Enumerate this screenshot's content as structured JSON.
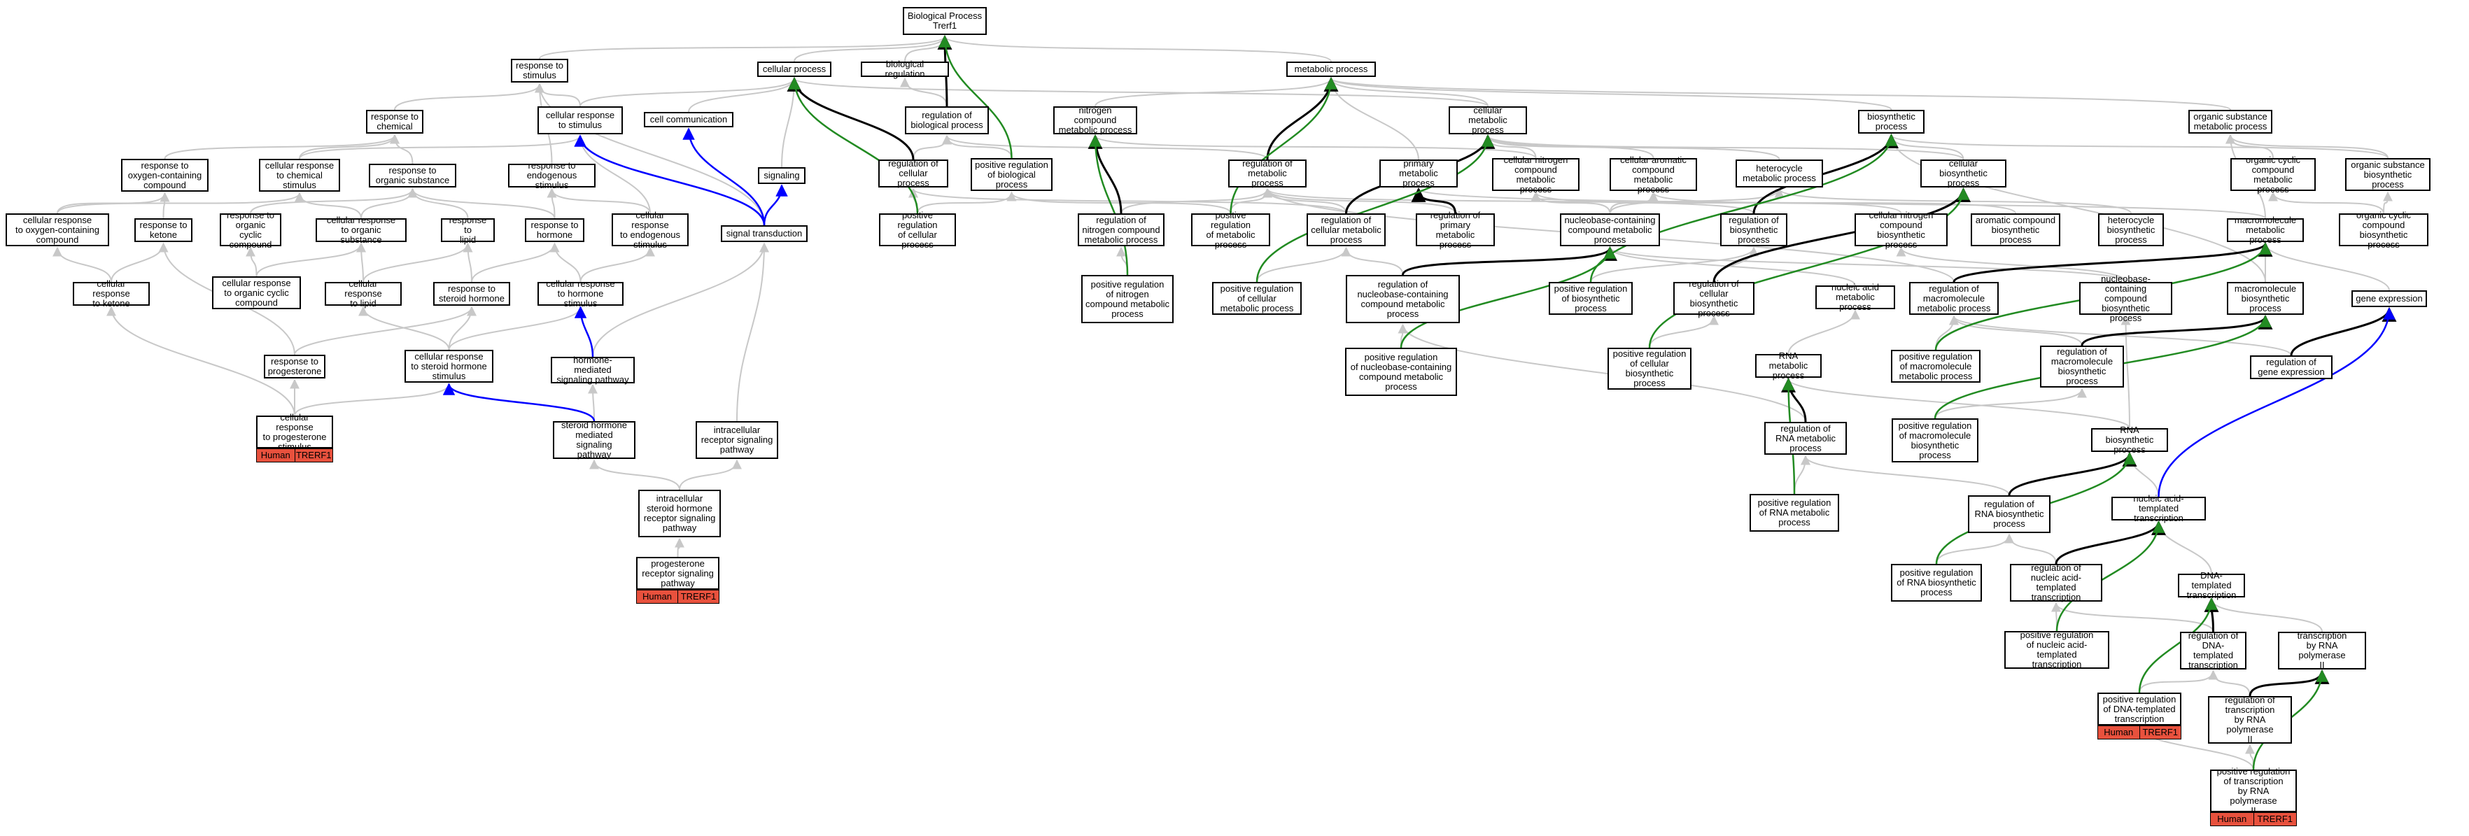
{
  "colors": {
    "gray_edge": "#c8c8c8",
    "black_edge": "#000000",
    "blue_edge": "#0000ff",
    "green_edge": "#228b22",
    "annotation_fill": "#e8513d"
  },
  "annotation": {
    "species": "Human",
    "gene": "TRERF1"
  },
  "nodes": [
    {
      "id": "root",
      "label": "Biological Process\nTrerf1"
    },
    {
      "id": "rts",
      "label": "response to\nstimulus"
    },
    {
      "id": "cp",
      "label": "cellular process"
    },
    {
      "id": "br",
      "label": "biological regulation"
    },
    {
      "id": "mp",
      "label": "metabolic process"
    },
    {
      "id": "bsp",
      "label": "biosynthetic\nprocess"
    },
    {
      "id": "osmp",
      "label": "organic substance\nmetabolic process"
    },
    {
      "id": "rtc",
      "label": "response to\nchemical"
    },
    {
      "id": "crts",
      "label": "cellular response\nto stimulus"
    },
    {
      "id": "cc",
      "label": "cell communication"
    },
    {
      "id": "rbp",
      "label": "regulation of\nbiological process"
    },
    {
      "id": "ncmp",
      "label": "nitrogen compound\nmetabolic process"
    },
    {
      "id": "cmp",
      "label": "cellular metabolic\nprocess"
    },
    {
      "id": "rtocc",
      "label": "response to\noxygen-containing\ncompound"
    },
    {
      "id": "crtcs",
      "label": "cellular response\nto chemical\nstimulus"
    },
    {
      "id": "rtos",
      "label": "response to\norganic substance"
    },
    {
      "id": "rtes",
      "label": "response to\nendogenous stimulus"
    },
    {
      "id": "sig",
      "label": "signaling"
    },
    {
      "id": "rcp",
      "label": "regulation of\ncellular process"
    },
    {
      "id": "prbp",
      "label": "positive regulation\nof biological\nprocess"
    },
    {
      "id": "rmp",
      "label": "regulation of\nmetabolic process"
    },
    {
      "id": "pmp",
      "label": "primary metabolic\nprocess"
    },
    {
      "id": "cncmp",
      "label": "cellular nitrogen\ncompound metabolic\nprocess"
    },
    {
      "id": "cacmp",
      "label": "cellular aromatic\ncompound metabolic\nprocess"
    },
    {
      "id": "hmp",
      "label": "heterocycle\nmetabolic process"
    },
    {
      "id": "cbsp",
      "label": "cellular biosynthetic\nprocess"
    },
    {
      "id": "occmp",
      "label": "organic cyclic\ncompound metabolic\nprocess"
    },
    {
      "id": "osbsp",
      "label": "organic substance\nbiosynthetic\nprocess"
    },
    {
      "id": "crtocc",
      "label": "cellular response\nto oxygen-containing\ncompound"
    },
    {
      "id": "rtk",
      "label": "response to\nketone"
    },
    {
      "id": "rtocc2",
      "label": "response to\norganic cyclic\ncompound"
    },
    {
      "id": "crtos",
      "label": "cellular response\nto organic substance"
    },
    {
      "id": "rtl",
      "label": "response to\nlipid"
    },
    {
      "id": "rth",
      "label": "response to\nhormone"
    },
    {
      "id": "crtes",
      "label": "cellular response\nto endogenous\nstimulus"
    },
    {
      "id": "st",
      "label": "signal transduction"
    },
    {
      "id": "prcp",
      "label": "positive regulation\nof cellular\nprocess"
    },
    {
      "id": "rncmp",
      "label": "regulation of\nnitrogen compound\nmetabolic process"
    },
    {
      "id": "prmp",
      "label": "positive regulation\nof metabolic\nprocess"
    },
    {
      "id": "rcmp",
      "label": "regulation of\ncellular metabolic\nprocess"
    },
    {
      "id": "rpmp",
      "label": "regulation of\nprimary metabolic\nprocess"
    },
    {
      "id": "nbcmp",
      "label": "nucleobase-containing\ncompound metabolic\nprocess"
    },
    {
      "id": "rbsp",
      "label": "regulation of\nbiosynthetic\nprocess"
    },
    {
      "id": "cncbsp",
      "label": "cellular nitrogen\ncompound biosynthetic\nprocess"
    },
    {
      "id": "acbsp",
      "label": "aromatic compound\nbiosynthetic\nprocess"
    },
    {
      "id": "hbsp",
      "label": "heterocycle\nbiosynthetic\nprocess"
    },
    {
      "id": "mmp",
      "label": "macromolecule\nmetabolic process"
    },
    {
      "id": "occbsp",
      "label": "organic cyclic\ncompound biosynthetic\nprocess"
    },
    {
      "id": "crtk",
      "label": "cellular response\nto ketone"
    },
    {
      "id": "crtocc2",
      "label": "cellular response\nto organic cyclic\ncompound"
    },
    {
      "id": "crtl",
      "label": "cellular response\nto lipid"
    },
    {
      "id": "rtsh",
      "label": "response to\nsteroid hormone"
    },
    {
      "id": "crths",
      "label": "cellular response\nto hormone stimulus"
    },
    {
      "id": "prncmp",
      "label": "positive regulation\nof nitrogen\ncompound metabolic\nprocess"
    },
    {
      "id": "prcmp",
      "label": "positive regulation\nof cellular\nmetabolic process"
    },
    {
      "id": "rnbcmp",
      "label": "regulation of\nnucleobase-containing\ncompound metabolic\nprocess"
    },
    {
      "id": "prbsp",
      "label": "positive regulation\nof biosynthetic\nprocess"
    },
    {
      "id": "rcbsp",
      "label": "regulation of\ncellular biosynthetic\nprocess"
    },
    {
      "id": "namp",
      "label": "nucleic acid\nmetabolic process"
    },
    {
      "id": "rmmp",
      "label": "regulation of\nmacromolecule\nmetabolic process"
    },
    {
      "id": "nbcbsp",
      "label": "nucleobase-containing\ncompound biosynthetic\nprocess"
    },
    {
      "id": "mbsp",
      "label": "macromolecule\nbiosynthetic\nprocess"
    },
    {
      "id": "ge",
      "label": "gene expression"
    },
    {
      "id": "rtp",
      "label": "response to\nprogesterone"
    },
    {
      "id": "crtsh",
      "label": "cellular response\nto steroid hormone\nstimulus"
    },
    {
      "id": "hmsp",
      "label": "hormone-mediated\nsignaling pathway"
    },
    {
      "id": "prnbcmp",
      "label": "positive regulation\nof nucleobase-containing\ncompound metabolic\nprocess"
    },
    {
      "id": "prcbsp",
      "label": "positive regulation\nof cellular\nbiosynthetic\nprocess"
    },
    {
      "id": "rnamp",
      "label": "RNA metabolic\nprocess"
    },
    {
      "id": "prmmp",
      "label": "positive regulation\nof macromolecule\nmetabolic process"
    },
    {
      "id": "rmbsp",
      "label": "regulation of\nmacromolecule\nbiosynthetic\nprocess"
    },
    {
      "id": "rge",
      "label": "regulation of\ngene expression"
    },
    {
      "id": "crtp",
      "label": "cellular response\nto progesterone\nstimulus",
      "annot": true
    },
    {
      "id": "shmsp",
      "label": "steroid hormone\nmediated signaling\npathway"
    },
    {
      "id": "irsp",
      "label": "intracellular\nreceptor signaling\npathway"
    },
    {
      "id": "rrnamp",
      "label": "regulation of\nRNA metabolic\nprocess"
    },
    {
      "id": "prmbsp",
      "label": "positive regulation\nof macromolecule\nbiosynthetic\nprocess"
    },
    {
      "id": "rnabsp",
      "label": "RNA biosynthetic\nprocess"
    },
    {
      "id": "ishrsp",
      "label": "intracellular\nsteroid hormone\nreceptor signaling\npathway"
    },
    {
      "id": "prrnamp",
      "label": "positive regulation\nof RNA metabolic\nprocess"
    },
    {
      "id": "rrnabsp",
      "label": "regulation of\nRNA biosynthetic\nprocess"
    },
    {
      "id": "natt",
      "label": "nucleic acid-templated\ntranscription"
    },
    {
      "id": "prsp",
      "label": "progesterone\nreceptor signaling\npathway",
      "annot": true
    },
    {
      "id": "prrnabsp",
      "label": "positive regulation\nof RNA biosynthetic\nprocess"
    },
    {
      "id": "rnatt",
      "label": "regulation of\nnucleic acid-templated\ntranscription"
    },
    {
      "id": "dtt",
      "label": "DNA-templated\ntranscription"
    },
    {
      "id": "prnatt",
      "label": "positive regulation\nof nucleic acid-templated\ntranscription"
    },
    {
      "id": "rdtt",
      "label": "regulation of\nDNA-templated\ntranscription"
    },
    {
      "id": "tbrp2",
      "label": "transcription\nby RNA polymerase\nII"
    },
    {
      "id": "prdtt",
      "label": "positive regulation\nof DNA-templated\ntranscription",
      "annot": true
    },
    {
      "id": "rtbrp2",
      "label": "regulation of\ntranscription\nby RNA polymerase\nII"
    },
    {
      "id": "prtbrp2",
      "label": "positive regulation\nof transcription\nby RNA polymerase\nII",
      "annot": true
    }
  ],
  "edges": [
    [
      "rts",
      "root",
      "gray"
    ],
    [
      "cp",
      "root",
      "gray"
    ],
    [
      "br",
      "root",
      "gray"
    ],
    [
      "mp",
      "root",
      "gray"
    ],
    [
      "rtc",
      "rts",
      "gray"
    ],
    [
      "crts",
      "rts",
      "gray"
    ],
    [
      "crts",
      "cp",
      "gray"
    ],
    [
      "cc",
      "cp",
      "gray"
    ],
    [
      "rbp",
      "br",
      "gray"
    ],
    [
      "rbp",
      "root",
      "black"
    ],
    [
      "prbp",
      "rbp",
      "gray"
    ],
    [
      "prbp",
      "root",
      "green"
    ],
    [
      "rcp",
      "cp",
      "black"
    ],
    [
      "rcp",
      "rbp",
      "gray"
    ],
    [
      "prcp",
      "cp",
      "green"
    ],
    [
      "prcp",
      "prbp",
      "gray"
    ],
    [
      "prcp",
      "rcp",
      "gray"
    ],
    [
      "sig",
      "cp",
      "gray"
    ],
    [
      "st",
      "sig",
      "blue"
    ],
    [
      "st",
      "cc",
      "blue"
    ],
    [
      "st",
      "crts",
      "blue"
    ],
    [
      "st",
      "rts",
      "gray"
    ],
    [
      "ncmp",
      "mp",
      "gray"
    ],
    [
      "cmp",
      "mp",
      "gray"
    ],
    [
      "cmp",
      "cp",
      "gray"
    ],
    [
      "pmp",
      "mp",
      "gray"
    ],
    [
      "bsp",
      "mp",
      "gray"
    ],
    [
      "osmp",
      "mp",
      "gray"
    ],
    [
      "cncmp",
      "cmp",
      "gray"
    ],
    [
      "cncmp",
      "ncmp",
      "gray"
    ],
    [
      "cacmp",
      "cmp",
      "gray"
    ],
    [
      "hmp",
      "cmp",
      "gray"
    ],
    [
      "cbsp",
      "bsp",
      "gray"
    ],
    [
      "cbsp",
      "cmp",
      "gray"
    ],
    [
      "occmp",
      "osmp",
      "gray"
    ],
    [
      "osbsp",
      "bsp",
      "gray"
    ],
    [
      "osbsp",
      "osmp",
      "gray"
    ],
    [
      "rmp",
      "mp",
      "black"
    ],
    [
      "rmp",
      "rbp",
      "gray"
    ],
    [
      "prmp",
      "rmp",
      "gray"
    ],
    [
      "prmp",
      "mp",
      "green"
    ],
    [
      "prmp",
      "prbp",
      "gray"
    ],
    [
      "rncmp",
      "ncmp",
      "black"
    ],
    [
      "rncmp",
      "rmp",
      "gray"
    ],
    [
      "rcmp",
      "cmp",
      "black"
    ],
    [
      "rcmp",
      "rmp",
      "gray"
    ],
    [
      "rcmp",
      "rcp",
      "gray"
    ],
    [
      "rpmp",
      "pmp",
      "black"
    ],
    [
      "rpmp",
      "rmp",
      "gray"
    ],
    [
      "nbcmp",
      "cncmp",
      "gray"
    ],
    [
      "nbcmp",
      "cacmp",
      "gray"
    ],
    [
      "nbcmp",
      "hmp",
      "gray"
    ],
    [
      "rbsp",
      "bsp",
      "black"
    ],
    [
      "rbsp",
      "rmp",
      "gray"
    ],
    [
      "prbsp",
      "rbsp",
      "gray"
    ],
    [
      "prbsp",
      "bsp",
      "green"
    ],
    [
      "rcbsp",
      "cbsp",
      "black"
    ],
    [
      "rcbsp",
      "rbsp",
      "gray"
    ],
    [
      "prcbsp",
      "rcbsp",
      "gray"
    ],
    [
      "prcbsp",
      "cbsp",
      "green"
    ],
    [
      "prncmp",
      "rncmp",
      "gray"
    ],
    [
      "prncmp",
      "ncmp",
      "green"
    ],
    [
      "prcmp",
      "rcmp",
      "gray"
    ],
    [
      "prcmp",
      "cmp",
      "green"
    ],
    [
      "rnbcmp",
      "nbcmp",
      "black"
    ],
    [
      "rnbcmp",
      "rcmp",
      "gray"
    ],
    [
      "prnbcmp",
      "rnbcmp",
      "gray"
    ],
    [
      "prnbcmp",
      "nbcmp",
      "green"
    ],
    [
      "mmp",
      "pmp",
      "gray"
    ],
    [
      "mmp",
      "osmp",
      "gray"
    ],
    [
      "rmmp",
      "mmp",
      "black"
    ],
    [
      "rmmp",
      "rmp",
      "gray"
    ],
    [
      "prmmp",
      "rmmp",
      "gray"
    ],
    [
      "prmmp",
      "mmp",
      "green"
    ],
    [
      "namp",
      "nbcmp",
      "gray"
    ],
    [
      "rnamp",
      "namp",
      "gray"
    ],
    [
      "rrnamp",
      "rnamp",
      "black"
    ],
    [
      "rrnamp",
      "rnbcmp",
      "gray"
    ],
    [
      "prrnamp",
      "rrnamp",
      "gray"
    ],
    [
      "prrnamp",
      "rnamp",
      "green"
    ],
    [
      "mbsp",
      "mmp",
      "gray"
    ],
    [
      "mbsp",
      "bsp",
      "gray"
    ],
    [
      "rmbsp",
      "mbsp",
      "black"
    ],
    [
      "rmbsp",
      "rmmp",
      "gray"
    ],
    [
      "prmbsp",
      "rmbsp",
      "gray"
    ],
    [
      "prmbsp",
      "mbsp",
      "green"
    ],
    [
      "ge",
      "mmp",
      "gray"
    ],
    [
      "rge",
      "ge",
      "black"
    ],
    [
      "rge",
      "rmmp",
      "gray"
    ],
    [
      "rnabsp",
      "rnamp",
      "gray"
    ],
    [
      "rnabsp",
      "nbcbsp",
      "gray"
    ],
    [
      "rrnabsp",
      "rnabsp",
      "black"
    ],
    [
      "rrnabsp",
      "rrnamp",
      "gray"
    ],
    [
      "prrnabsp",
      "rrnabsp",
      "gray"
    ],
    [
      "prrnabsp",
      "rnabsp",
      "green"
    ],
    [
      "natt",
      "rnabsp",
      "gray"
    ],
    [
      "natt",
      "ge",
      "blue"
    ],
    [
      "rnatt",
      "natt",
      "black"
    ],
    [
      "rnatt",
      "rrnabsp",
      "gray"
    ],
    [
      "prnatt",
      "rnatt",
      "gray"
    ],
    [
      "prnatt",
      "natt",
      "green"
    ],
    [
      "dtt",
      "natt",
      "gray"
    ],
    [
      "rdtt",
      "dtt",
      "black"
    ],
    [
      "rdtt",
      "rnatt",
      "gray"
    ],
    [
      "prdtt",
      "rdtt",
      "gray"
    ],
    [
      "prdtt",
      "dtt",
      "green"
    ],
    [
      "tbrp2",
      "dtt",
      "gray"
    ],
    [
      "rtbrp2",
      "tbrp2",
      "black"
    ],
    [
      "rtbrp2",
      "rdtt",
      "gray"
    ],
    [
      "prtbrp2",
      "rtbrp2",
      "gray"
    ],
    [
      "prtbrp2",
      "tbrp2",
      "green"
    ],
    [
      "prtbrp2",
      "prdtt",
      "gray"
    ],
    [
      "rtocc",
      "rtc",
      "gray"
    ],
    [
      "rtos",
      "rtc",
      "gray"
    ],
    [
      "crtcs",
      "rtc",
      "gray"
    ],
    [
      "crtcs",
      "crts",
      "gray"
    ],
    [
      "rtes",
      "rts",
      "gray"
    ],
    [
      "crtocc",
      "rtocc",
      "gray"
    ],
    [
      "crtocc",
      "crtcs",
      "gray"
    ],
    [
      "rtk",
      "rtocc",
      "gray"
    ],
    [
      "rtocc2",
      "rtos",
      "gray"
    ],
    [
      "crtos",
      "rtos",
      "gray"
    ],
    [
      "crtos",
      "crtcs",
      "gray"
    ],
    [
      "rtl",
      "rtos",
      "gray"
    ],
    [
      "rth",
      "rtes",
      "gray"
    ],
    [
      "rth",
      "rtos",
      "gray"
    ],
    [
      "crtes",
      "rtes",
      "gray"
    ],
    [
      "crtes",
      "crts",
      "gray"
    ],
    [
      "crtk",
      "rtk",
      "gray"
    ],
    [
      "crtk",
      "crtocc",
      "gray"
    ],
    [
      "crtocc2",
      "rtocc2",
      "gray"
    ],
    [
      "crtocc2",
      "crtos",
      "gray"
    ],
    [
      "crtl",
      "rtl",
      "gray"
    ],
    [
      "crtl",
      "crtos",
      "gray"
    ],
    [
      "rtsh",
      "rth",
      "gray"
    ],
    [
      "rtsh",
      "rtl",
      "gray"
    ],
    [
      "crths",
      "rth",
      "gray"
    ],
    [
      "crths",
      "crtes",
      "gray"
    ],
    [
      "rtp",
      "rtk",
      "gray"
    ],
    [
      "rtp",
      "rtsh",
      "gray"
    ],
    [
      "crtsh",
      "rtsh",
      "gray"
    ],
    [
      "crtsh",
      "crths",
      "gray"
    ],
    [
      "crtsh",
      "crtl",
      "gray"
    ],
    [
      "hmsp",
      "crths",
      "blue"
    ],
    [
      "hmsp",
      "st",
      "gray"
    ],
    [
      "crtp",
      "rtp",
      "gray"
    ],
    [
      "crtp",
      "crtk",
      "gray"
    ],
    [
      "crtp",
      "crtsh",
      "gray"
    ],
    [
      "shmsp",
      "crtsh",
      "blue"
    ],
    [
      "shmsp",
      "hmsp",
      "gray"
    ],
    [
      "irsp",
      "st",
      "gray"
    ],
    [
      "ishrsp",
      "shmsp",
      "gray"
    ],
    [
      "ishrsp",
      "irsp",
      "gray"
    ],
    [
      "prsp",
      "ishrsp",
      "gray"
    ],
    [
      "nbcbsp",
      "nbcmp",
      "gray"
    ],
    [
      "nbcbsp",
      "cncbsp",
      "gray"
    ],
    [
      "acbsp",
      "cacmp",
      "gray"
    ],
    [
      "hbsp",
      "hmp",
      "gray"
    ],
    [
      "cncbsp",
      "cncmp",
      "gray"
    ],
    [
      "occbsp",
      "occmp",
      "gray"
    ],
    [
      "occbsp",
      "osbsp",
      "gray"
    ]
  ]
}
